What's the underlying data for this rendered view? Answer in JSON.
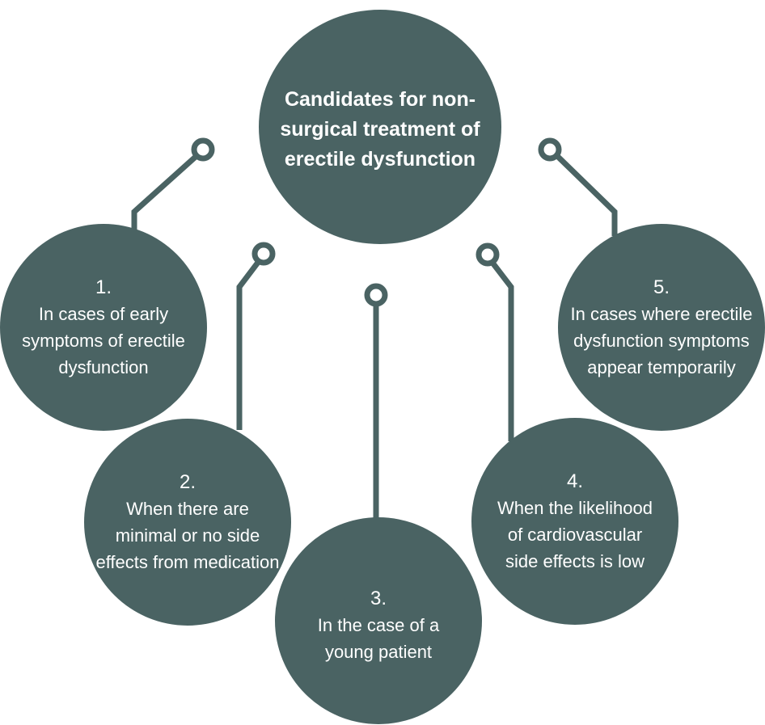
{
  "colors": {
    "circle_fill": "#4a6363",
    "text": "#ffffff",
    "background": "#ffffff"
  },
  "central": {
    "title": "Candidates for non-surgical treatment of erectile dysfunction"
  },
  "items": [
    {
      "number": "1.",
      "text": "In cases of early symptoms of erectile dysfunction"
    },
    {
      "number": "2.",
      "text": "When there are minimal or no side effects from medication"
    },
    {
      "number": "3.",
      "text": "In the case of a young patient"
    },
    {
      "number": "4.",
      "text": "When the likelihood of cardiovascular side effects is low"
    },
    {
      "number": "5.",
      "text": "In cases where erectile dysfunction symptoms appear temporarily"
    }
  ]
}
